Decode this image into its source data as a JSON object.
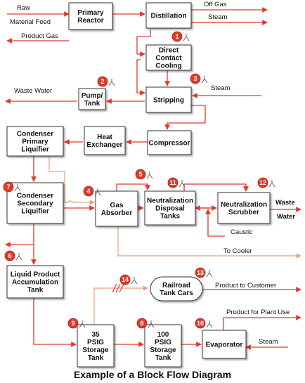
{
  "nodes": {
    "primary_reactor": [
      "Primary",
      "Reactor"
    ],
    "distillation": [
      "Distillation"
    ],
    "direct_contact_cooling": [
      "Direct",
      "Contact",
      "Cooling"
    ],
    "pump_tank": [
      "Pump/",
      "Tank"
    ],
    "stripping": [
      "Stripping"
    ],
    "condenser_primary": [
      "Condenser",
      "Primary",
      "Liquifier"
    ],
    "heat_exchanger": [
      "Heat",
      "Exchanger"
    ],
    "compressor": [
      "Compressor"
    ],
    "condenser_secondary": [
      "Condenser",
      "Secondary",
      "Liquifier"
    ],
    "gas_absorber": [
      "Gas",
      "Absorber"
    ],
    "neutralization_disposal": [
      "Neutralization",
      "Disposal",
      "Tanks"
    ],
    "neutralization_scrubber": [
      "Neutralization",
      "Scrubber"
    ],
    "liquid_product": [
      "Liquid Product",
      "Accumulation",
      "Tank"
    ],
    "railroad": [
      "Railroad",
      "Tank Cars"
    ],
    "storage_35": [
      "35",
      "PSIG",
      "Storage",
      "Tank"
    ],
    "storage_100": [
      "100",
      "PSIG",
      "Storage",
      "Tank"
    ],
    "evaporator": [
      "Evaporator"
    ]
  },
  "labels": {
    "raw": "Raw",
    "material_feed": "Material Feed",
    "product_gas": "Product Gas",
    "off_gas": "Off Gas",
    "steam_top": "Steam",
    "waste_water": "Waste Water",
    "steam_stripping": "Steam",
    "waste": "Waste",
    "water": "Water",
    "caustic": "Caustic",
    "to_cooler": "To Cooler",
    "product_to_customer": "Product to Customer",
    "product_for_plant_use": "Product for Plant Use",
    "steam_evaporator": "Steam"
  },
  "badges": [
    "1",
    "2",
    "3",
    "4",
    "5",
    "6",
    "7",
    "8",
    "9",
    "10",
    "11",
    "12",
    "13",
    "14"
  ],
  "caption": "Example of a Block Flow Diagram",
  "colors": {
    "flow": "#e03a2a",
    "badge": "#e03a2a",
    "box_border": "#333333"
  }
}
